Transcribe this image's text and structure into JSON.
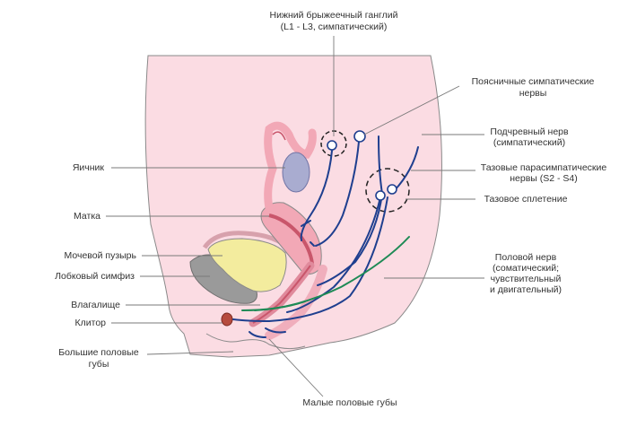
{
  "labels": {
    "ganglion_line1": "Нижний брыжеечный ганглий",
    "ganglion_line2": "(L1 - L3, симпатический)",
    "lumbar_line1": "Поясничные симпатические",
    "lumbar_line2": "нервы",
    "hypogastric_line1": "Подчревный нерв",
    "hypogastric_line2": "(симпатический)",
    "pelvic_para_line1": "Тазовые парасимпатические",
    "pelvic_para_line2": "нервы (S2 - S4)",
    "pelvic_plexus": "Тазовое сплетение",
    "pudendal_line1": "Половой нерв",
    "pudendal_line2": "(соматический;",
    "pudendal_line3": "чувствительный",
    "pudendal_line4": "и двигательный)",
    "ovary": "Яичник",
    "uterus": "Матка",
    "bladder": "Мочевой пузырь",
    "pubic_symphysis": "Лобковый симфиз",
    "vagina": "Влагалище",
    "clitoris": "Клитор",
    "labia_majora_line1": "Большие половые",
    "labia_majora_line2": "губы",
    "labia_minora": "Малые половые губы"
  },
  "colors": {
    "body": "#fbdce3",
    "body_outline": "#8a8a8a",
    "uterus": "#f2a8b6",
    "uterus_dark": "#c9566b",
    "bladder": "#f3ec9e",
    "bone": "#8f8f8f",
    "ovary": "#a9acd0",
    "autonomic_nerve": "#1f3f8f",
    "somatic_nerve": "#1e8a55"
  }
}
